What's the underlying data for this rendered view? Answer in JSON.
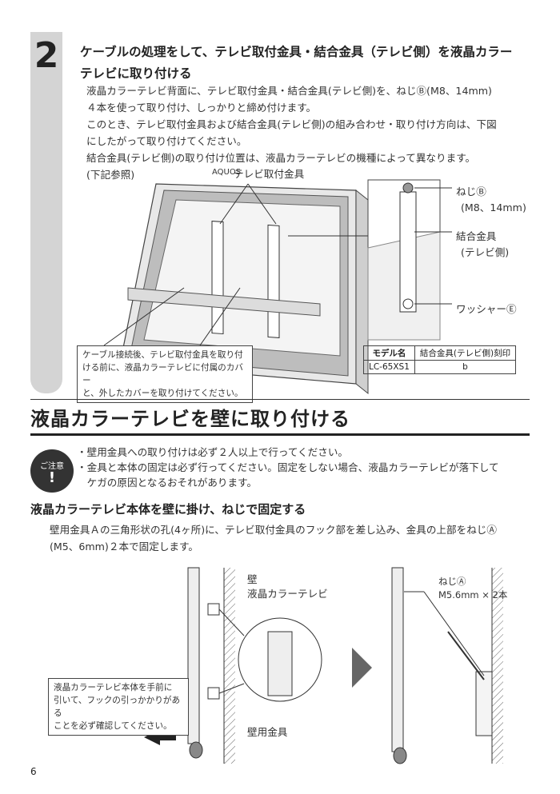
{
  "step": {
    "number": "2",
    "title_line1": "ケーブルの処理をして、テレビ取付金具・結合金具（テレビ側）を液晶カラー",
    "title_line2": "テレビに取り付ける",
    "paragraphs": [
      "液晶カラーテレビ背面に、テレビ取付金具・結合金具(テレビ側)を、ねじⒷ(M8、14mm)",
      "４本を使って取り付け、しっかりと締め付けます。",
      "このとき、テレビ取付金具および結合金具(テレビ側)の組み合わせ・取り付け方向は、下図",
      "にしたがって取り付けてください。",
      "結合金具(テレビ側)の取り付け位置は、液晶カラーテレビの機種によって異なります。",
      "(下記参照)"
    ]
  },
  "figure1": {
    "label_bracket": "テレビ取付金具",
    "brand": "AQUOS",
    "label_screw_b": "ねじⒷ",
    "label_screw_b_spec": "(M8、14mm)",
    "label_joint": "結合金具",
    "label_joint_side": "(テレビ側)",
    "label_washer": "ワッシャーⒺ",
    "callout_lines": [
      "ケーブル接続後、テレビ取付金具を取り付",
      "ける前に、液晶カラーテレビに付属のカバー",
      "と、外したカバーを取り付けてください。"
    ],
    "table": {
      "headers": [
        "モデル名",
        "結合金具(テレビ側)刻印"
      ],
      "rows": [
        [
          "LC-65XS1",
          "b"
        ]
      ]
    }
  },
  "section": {
    "title": "液晶カラーテレビを壁に取り付ける",
    "caution_badge": "ご注意",
    "caution_items": [
      "・壁用金具への取り付けは必ず２人以上で行ってください。",
      "・金具と本体の固定は必ず行ってください。固定をしない場合、液晶カラーテレビが落下して",
      "　ケガの原因となるおそれがあります。"
    ],
    "subtitle": "液晶カラーテレビ本体を壁に掛け、ねじで固定する",
    "paragraphs": [
      "壁用金具Ａの三角形状の孔(4ヶ所)に、テレビ取付金具のフック部を差し込み、金具の上部をねじⒶ",
      "(M5、6mm)２本で固定します。"
    ]
  },
  "figure2": {
    "label_wall": "壁",
    "label_tv": "液晶カラーテレビ",
    "label_wall_bracket": "壁用金具",
    "callout_lines": [
      "液晶カラーテレビ本体を手前に",
      "引いて、フックの引っかかりがある",
      "ことを必ず確認してください。"
    ],
    "label_screw_a": "ねじⒶ",
    "label_screw_a_spec": "M5.6mm × 2本"
  },
  "page_number": "6"
}
